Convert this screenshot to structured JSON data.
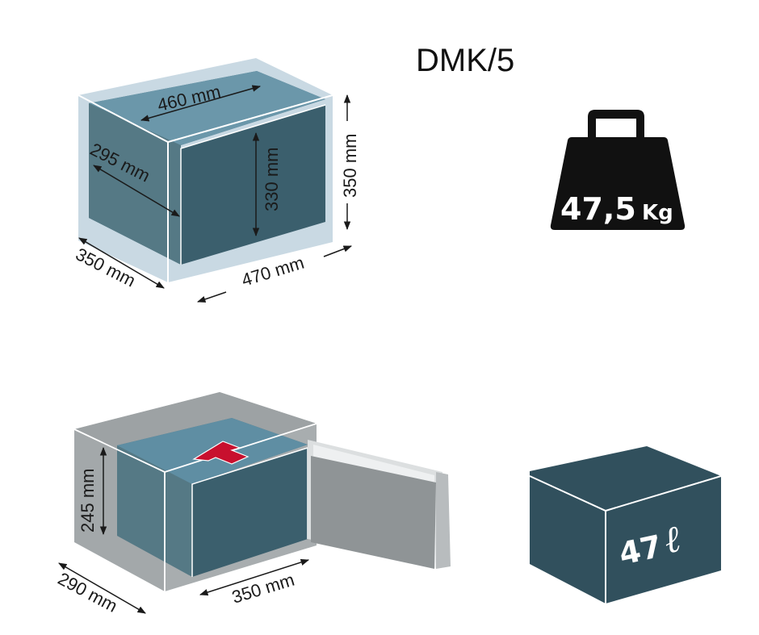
{
  "title": "DMK/5",
  "outer_dimensions": {
    "height": "350 mm",
    "width": "470 mm",
    "depth": "350 mm"
  },
  "inner_dimensions": {
    "width": "460 mm",
    "depth": "295 mm",
    "height": "330 mm"
  },
  "door_opening": {
    "height": "245 mm",
    "width": "350 mm",
    "depth": "290 mm"
  },
  "weight": {
    "value": "47,5",
    "unit": "Kg"
  },
  "volume": {
    "value": "47",
    "unit": "ℓ"
  },
  "colors": {
    "outer_shell": "#c9d9e3",
    "inner_top": "#5f8ea3",
    "inner_side": "#4d6f7c",
    "inner_front": "#3b5f6d",
    "safe_body": "#9fa4a6",
    "door": "#8f9496",
    "arrow_red": "#c8102e",
    "volume_box": "#31505d",
    "weight_icon": "#111111"
  }
}
